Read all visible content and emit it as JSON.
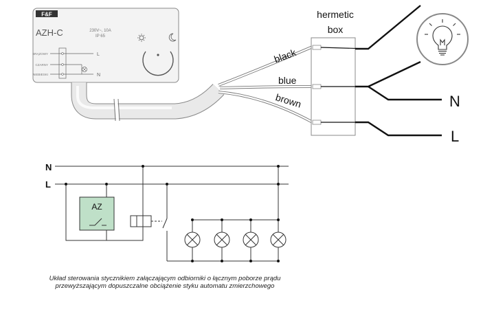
{
  "device": {
    "brand_logo": "F&F",
    "model": "AZH-C",
    "rating": "230V~, 10A",
    "ip_rating": "IP 65",
    "wire_labels": [
      "BRĄZOWY",
      "CZARNY",
      "NIEBIESKI"
    ],
    "terminal_L": "L",
    "terminal_N": "N"
  },
  "box": {
    "label_line1": "hermetic",
    "label_line2": "box"
  },
  "wires": {
    "black": "black",
    "blue": "blue",
    "brown": "brown"
  },
  "outputs": {
    "N": "N",
    "L": "L"
  },
  "schematic": {
    "N": "N",
    "L": "L",
    "az_label": "AZ",
    "lamp_count": 4
  },
  "caption": {
    "line1": "Układ sterowania stycznikiem załączającym odbiorniki o łącznym poborze prądu",
    "line2": "przewyższającym dopuszczalne obciążenie styku automatu zmierzchowego"
  },
  "colors": {
    "line": "#111111",
    "device_body": "#f3f3f3",
    "az_fill": "#bfe0c8",
    "cable": "#e9e9e9"
  }
}
